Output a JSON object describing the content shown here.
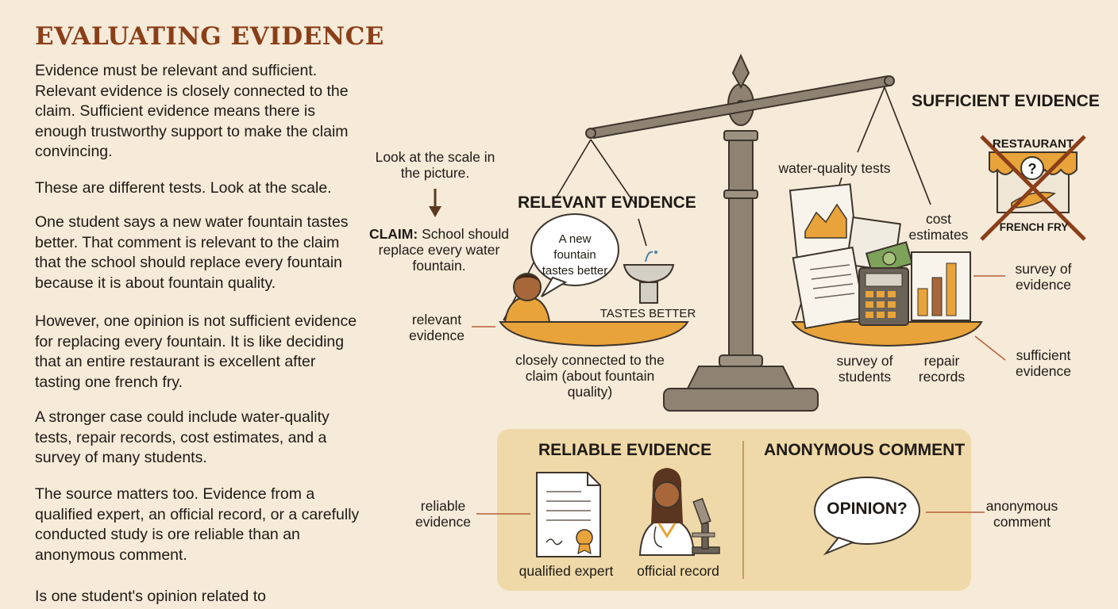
{
  "title": "EVALUATING EVIDENCE",
  "paragraphs": [
    "Evidence must be relevant and sufficient. Relevant evidence is closely connected to the claim. Sufficient evidence means there is enough trustworthy support to make the claim convincing.",
    "These are different tests. Look at the scale.",
    "One student says a new water fountain tastes better. That comment is relevant to the claim that the school should replace every fountain because it is about fountain quality.",
    "However, one opinion is not sufficient evidence for replacing every fountain. It is like deciding that an entire restaurant is excellent after tasting one french fry.",
    "A stronger case could include water-quality tests, repair records, cost estimates, and a survey of many students.",
    "The source matters too. Evidence from a qualified expert, an official record, or a carefully conducted study is ore reliable than an anonymous comment.",
    "Is one student's opinion related to"
  ],
  "diagram": {
    "look_note": "Look at the scale in the picture.",
    "claim_label": "CLAIM:",
    "claim_text": "School should replace every water fountain.",
    "relevant": {
      "heading": "RELEVANT EVIDENCE",
      "speech": "A new fountain tastes better",
      "fountain_caption": "TASTES BETTER",
      "side_label": "relevant evidence",
      "under_caption": "closely connected to the claim (about fountain quality)"
    },
    "sufficient": {
      "heading": "SUFFICIENT EVIDENCE",
      "water_tests": "water-quality tests",
      "cost": "cost estimates",
      "survey_students": "survey of students",
      "repair": "repair records",
      "survey_evidence": "survey of evidence",
      "side_label": "sufficient evidence"
    },
    "restaurant": {
      "sign": "RESTAURANT",
      "caption": "FRENCH FRY"
    },
    "bottom_panel": {
      "reliable_heading": "RELIABLE EVIDENCE",
      "anonymous_heading": "ANONYMOUS COMMENT",
      "qualified_expert": "qualified expert",
      "official_record": "official record",
      "opinion": "OPINION?",
      "reliable_label": "reliable evidence",
      "anonymous_label": "anonymous comment"
    }
  },
  "colors": {
    "background": "#f6ead8",
    "title": "#8a3f19",
    "scale_metal": "#8e8373",
    "pan": "#e8a33a",
    "panel": "#efd9a8",
    "accent_line": "#b5603a"
  }
}
